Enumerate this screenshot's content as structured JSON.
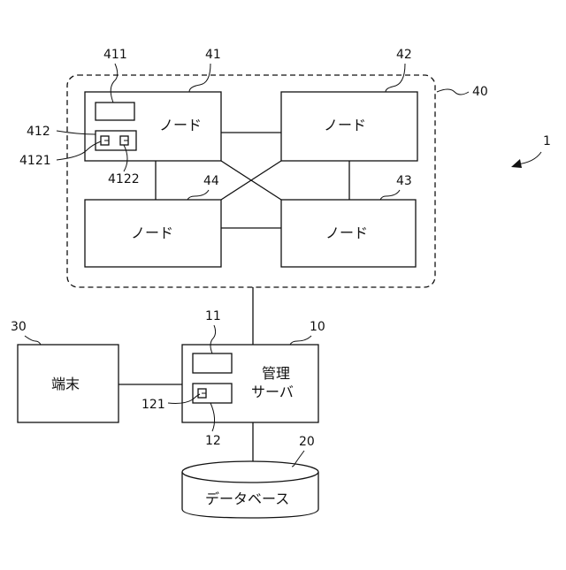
{
  "figure_ref": "1",
  "cluster": {
    "ref": "40"
  },
  "nodes": [
    {
      "ref": "41",
      "label": "ノード"
    },
    {
      "ref": "42",
      "label": "ノード"
    },
    {
      "ref": "43",
      "label": "ノード"
    },
    {
      "ref": "44",
      "label": "ノード"
    }
  ],
  "node41_parts": {
    "ref_411": "411",
    "ref_412": "412",
    "ref_4121": "4121",
    "ref_4122": "4122"
  },
  "server": {
    "ref": "10",
    "label_line1": "管理",
    "label_line2": "サーバ",
    "ref_11": "11",
    "ref_12": "12",
    "ref_121": "121"
  },
  "terminal": {
    "ref": "30",
    "label": "端末"
  },
  "database": {
    "ref": "20",
    "label": "データベース"
  }
}
